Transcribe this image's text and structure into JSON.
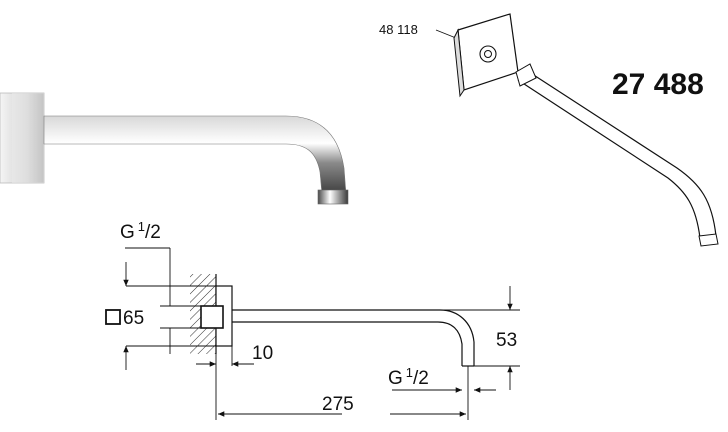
{
  "product_number": "27 488",
  "flange_part_number": "48 118",
  "dimensions": {
    "thread_top": {
      "base": "G",
      "sup": "1",
      "sub": "/2"
    },
    "thread_outlet": {
      "base": "G",
      "sup": "1",
      "sub": "/2"
    },
    "square_size": "65",
    "wall_depth": "10",
    "arm_length": "275",
    "outlet_drop": "53"
  },
  "colors": {
    "chrome_dark": "#5a5a5a",
    "chrome_light": "#f2f2f2",
    "line": "#111111"
  }
}
